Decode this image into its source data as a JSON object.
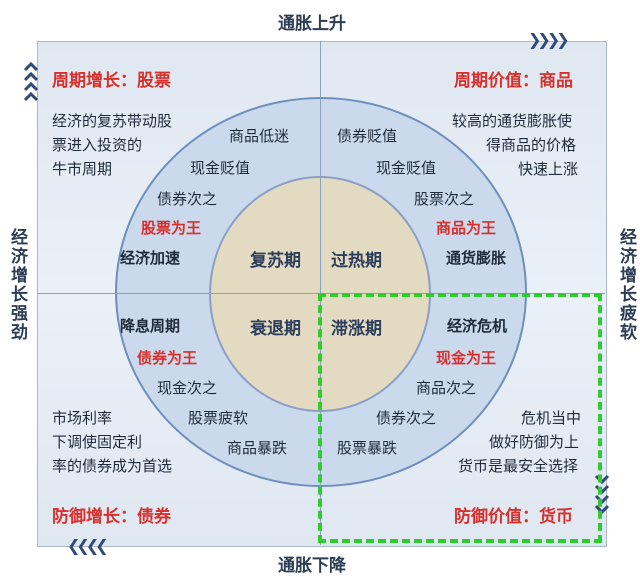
{
  "axes": {
    "top": "通胀上升",
    "bottom": "通胀下降",
    "left": "经济增长强劲",
    "right": "经济增长疲软"
  },
  "quadrants": {
    "top_left": {
      "title": "周期增长：股票",
      "desc": [
        "经济的复苏带动股",
        "票进入投资的",
        "牛市周期"
      ],
      "ring": [
        "商品低迷",
        "现金贬值",
        "债券次之"
      ],
      "king": "股票为王",
      "state": "经济加速",
      "phase": "复苏期"
    },
    "top_right": {
      "title": "周期价值：商品",
      "desc": [
        "较高的通货膨胀使",
        "得商品的价格",
        "快速上涨"
      ],
      "ring": [
        "债券贬值",
        "现金贬值",
        "股票次之"
      ],
      "king": "商品为王",
      "state": "通货膨胀",
      "phase": "过热期"
    },
    "bottom_left": {
      "title": "防御增长：债券",
      "desc": [
        "市场利率",
        "下调使固定利",
        "率的债券成为首选"
      ],
      "ring": [
        "现金次之",
        "股票疲软",
        "商品暴跌"
      ],
      "king": "债券为王",
      "state": "降息周期",
      "phase": "衰退期"
    },
    "bottom_right": {
      "title": "防御价值：货币",
      "desc": [
        "危机当中",
        "做好防御为上",
        "货币是最安全选择"
      ],
      "ring": [
        "商品次之",
        "债券次之",
        "股票暴跌"
      ],
      "king": "现金为王",
      "state": "经济危机",
      "phase": "滞涨期"
    }
  },
  "highlight_color": "#2ecc2e",
  "accent_color": "#d8302c"
}
